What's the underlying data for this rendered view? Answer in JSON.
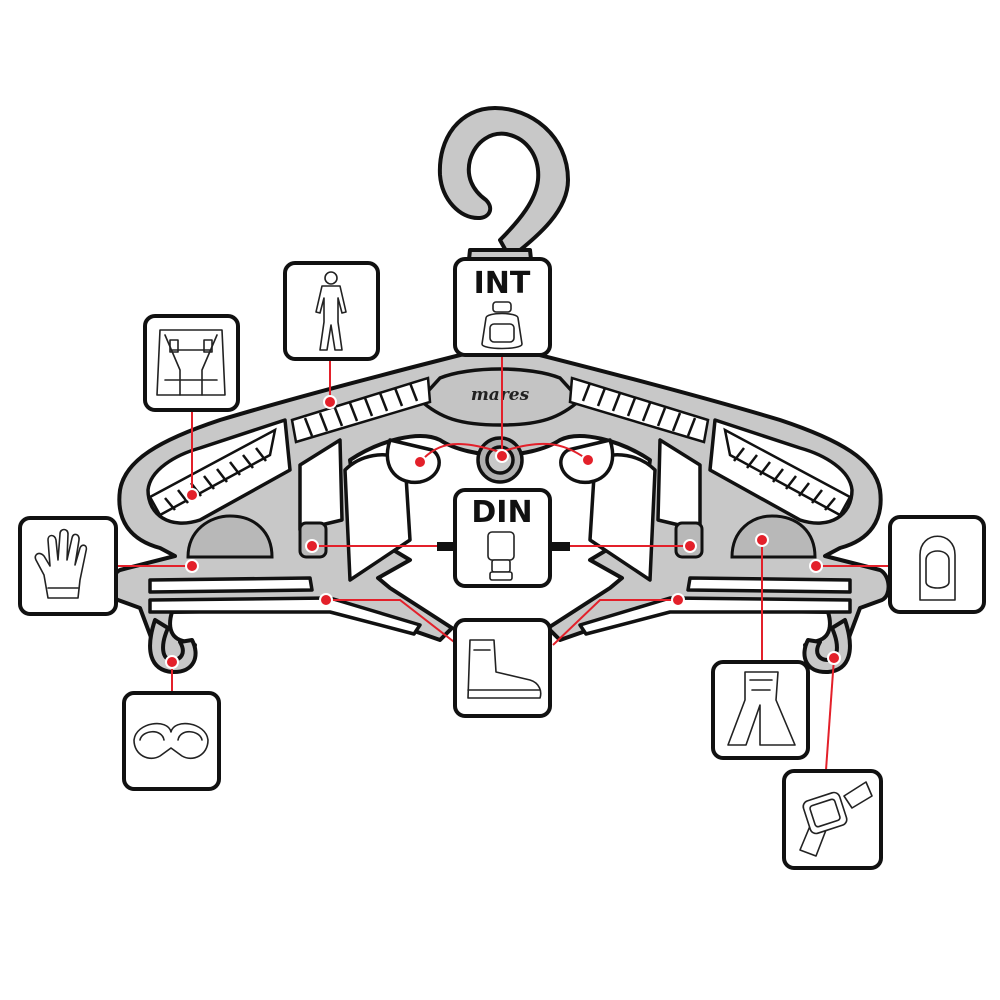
{
  "hanger": {
    "brand": "mares",
    "labels": {
      "int": "INT",
      "din": "DIN"
    }
  },
  "colors": {
    "accent": "#e3202a",
    "hanger_fill": "#c8c8c8",
    "outline": "#111111"
  },
  "items": [
    {
      "key": "wetsuit",
      "icon": "wetsuit-icon"
    },
    {
      "key": "bcd",
      "icon": "bcd-vest-icon"
    },
    {
      "key": "int_regulator",
      "icon": "int-regulator-icon"
    },
    {
      "key": "din_regulator",
      "icon": "din-regulator-icon"
    },
    {
      "key": "glove",
      "icon": "glove-icon"
    },
    {
      "key": "hood",
      "icon": "hood-icon"
    },
    {
      "key": "boot",
      "icon": "boot-icon"
    },
    {
      "key": "mask",
      "icon": "mask-icon"
    },
    {
      "key": "fins",
      "icon": "fins-icon"
    },
    {
      "key": "dive_computer",
      "icon": "dive-computer-icon"
    }
  ]
}
